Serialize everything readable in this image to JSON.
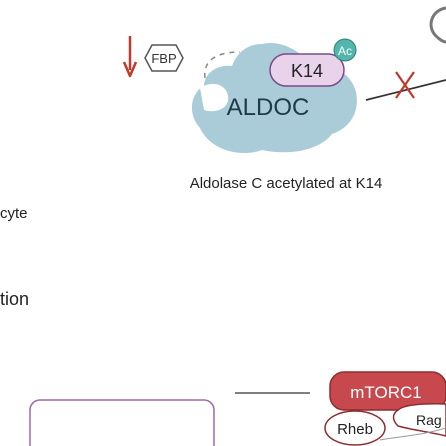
{
  "molecules": {
    "fbp": "FBP",
    "k14": "K14",
    "acetyl": "Ac",
    "aldoc": "ALDOC",
    "mtorc1": "mTORC1",
    "rheb": "Rheb",
    "rag": "Rag"
  },
  "labels": {
    "aldoc_caption": "Aldolase C acetylated at K14",
    "cut_left_1": "cyte",
    "cut_left_2": "tion"
  },
  "colors": {
    "aldoc_fill": "#a9ccd8",
    "aldoc_text": "#1f3a48",
    "k14_fill": "#e8d3ea",
    "k14_stroke": "#7b4a8a",
    "acetyl_fill": "#52b6ad",
    "fbp_stroke": "#555555",
    "arrow_red": "#c0392b",
    "mtorc1_fill": "#c7494d",
    "box_stroke": "#9b6aa6",
    "line_dark": "#333333"
  },
  "icons": {
    "decrease_arrow": "down-arrow-icon",
    "inhibition_cross": "cross-icon"
  }
}
